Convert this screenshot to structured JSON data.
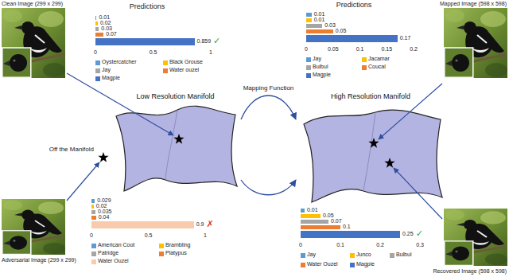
{
  "diagram": {
    "nodes": [
      {
        "text": [
          "Low Resolution Manifold"
        ]
      },
      {
        "text": [
          "High Resolution Manifold"
        ]
      }
    ],
    "edges": [
      {
        "from": 0,
        "to": 1,
        "label": "Mapping Function",
        "arrow": "to"
      },
      {
        "from": 0,
        "to": 1,
        "arrow": "to"
      }
    ],
    "labels": [
      "Clean Image (299 x 299)",
      "Predictions",
      "0.01",
      "0.02",
      "0.03",
      "0.07",
      "0.859",
      "✓",
      "0",
      "0.5",
      "1",
      "Predictions",
      "0.01",
      "0.01",
      "0.03",
      "0.05",
      "0.17",
      "0",
      "0.05",
      "0.1",
      "0.15",
      "0.2",
      "Mapped Image (598 x 598)",
      "Off the Manifold",
      "Adversarial Image (299 x 299)",
      "0.029",
      "0.02",
      "0.035",
      "0.04",
      "0.9",
      "✗",
      "0",
      "0.5",
      "1",
      "0.01",
      "0.05",
      "0.07",
      "0.1",
      "0.25",
      "✓",
      "0",
      "0.1",
      "0.2",
      "0.3",
      "Recovered Image (598 x 598)"
    ],
    "legend": [
      {
        "text": "Oystercatcher",
        "color": "#5b9bd5"
      },
      {
        "text": "Black Grouse",
        "color": "#ffc000"
      },
      {
        "text": "Jay",
        "color": "#a5a5a5"
      },
      {
        "text": "Water ouzel",
        "color": "#ed7d31"
      },
      {
        "text": "Magpie",
        "color": "#4472c4"
      },
      {
        "text": "Jay",
        "color": "#5b9bd5"
      },
      {
        "text": "Jacamar",
        "color": "#ffc000"
      },
      {
        "text": "Bulbul",
        "color": "#a5a5a5"
      },
      {
        "text": "Coucal",
        "color": "#ed7d31"
      },
      {
        "text": "Magpie",
        "color": "#4472c4"
      },
      {
        "text": "American Coot",
        "color": "#5b9bd5"
      },
      {
        "text": "Brambling",
        "color": "#ffc000"
      },
      {
        "text": "Patridge",
        "color": "#a5a5a5"
      },
      {
        "text": "Platypus",
        "color": "#ed7d31"
      },
      {
        "text": "Water Ouzel",
        "color": "#f8cbad"
      },
      {
        "text": "Jay",
        "color": "#5b9bd5"
      },
      {
        "text": "Junco",
        "color": "#ffc000"
      },
      {
        "text": "Bulbul",
        "color": "#a5a5a5"
      },
      {
        "text": "Water Ouzel",
        "color": "#ed7d31"
      },
      {
        "text": "Magpie",
        "color": "#4472c4"
      }
    ]
  }
}
